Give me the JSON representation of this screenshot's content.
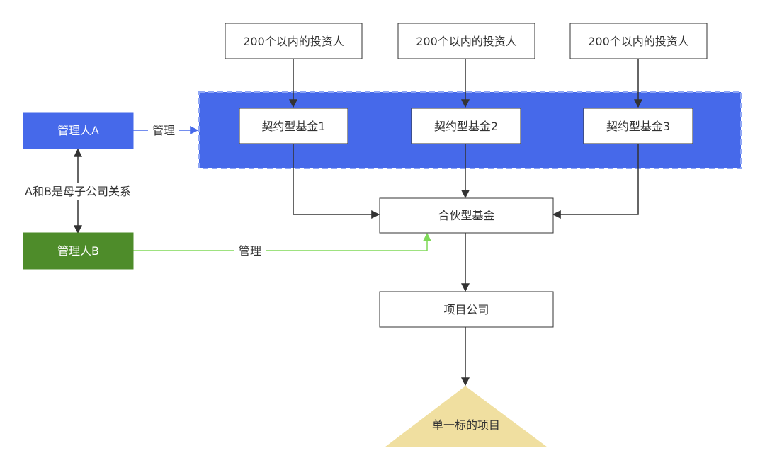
{
  "colors": {
    "group_fill": "#4669EA",
    "manager_a_fill": "#4669EA",
    "manager_b_fill": "#4E8C2A",
    "target_fill": "#F0DFA0",
    "edge_default": "#333333",
    "edge_manage_a": "#4669EA",
    "edge_manage_b": "#7ED957"
  },
  "investors": [
    {
      "label": "200个以内的投资人"
    },
    {
      "label": "200个以内的投资人"
    },
    {
      "label": "200个以内的投资人"
    }
  ],
  "contract_funds": [
    {
      "label": "契约型基金1"
    },
    {
      "label": "契约型基金2"
    },
    {
      "label": "契约型基金3"
    }
  ],
  "partnership_fund": {
    "label": "合伙型基金"
  },
  "project_company": {
    "label": "项目公司"
  },
  "target_project": {
    "label": "单一标的项目"
  },
  "manager_a": {
    "label": "管理人A"
  },
  "manager_b": {
    "label": "管理人B"
  },
  "relation_label": "A和B是母子公司关系",
  "manage_a_label": "管理",
  "manage_b_label": "管理"
}
